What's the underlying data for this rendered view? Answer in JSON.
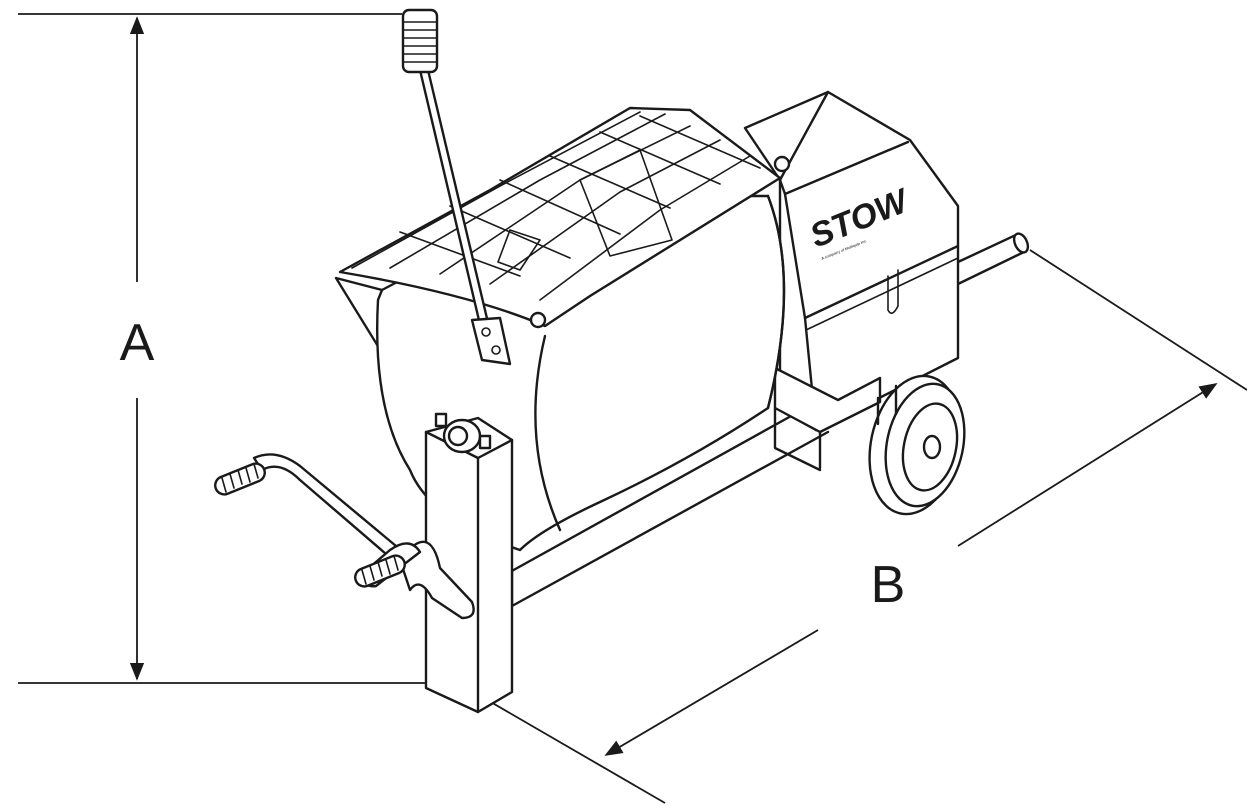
{
  "dimensions": {
    "height_label": "A",
    "length_label": "B"
  },
  "machine": {
    "brand": "STOW",
    "tagline": "A company of Multiquip Inc."
  },
  "colors": {
    "line": "#1a1a1a",
    "background": "#ffffff"
  }
}
